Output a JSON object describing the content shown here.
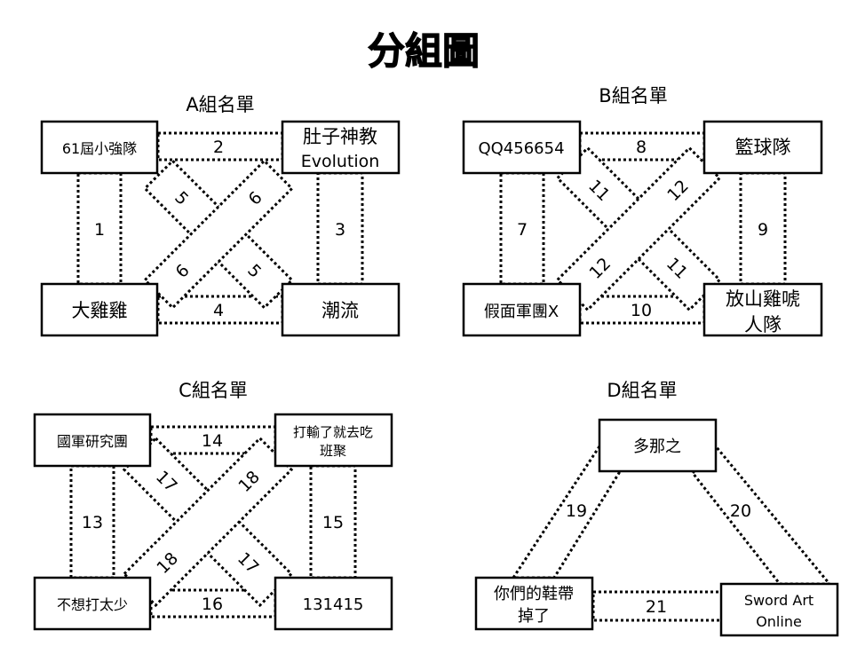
{
  "title": "分組圖",
  "groups": {
    "A": {
      "title": "A組名單",
      "teams": [
        "61屆小強隊",
        "肚子神教",
        "Evolution",
        "大雞雞",
        "潮流"
      ],
      "matches": [
        "1",
        "2",
        "3",
        "4",
        "5",
        "5",
        "6",
        "6"
      ]
    },
    "B": {
      "title": "B組名單",
      "teams": [
        "QQ456654",
        "籃球隊",
        "假面軍團X",
        "放山雞唬",
        "人隊"
      ],
      "matches": [
        "7",
        "8",
        "9",
        "10",
        "11",
        "11",
        "12",
        "12"
      ]
    },
    "C": {
      "title": "C組名單",
      "teams": [
        "國軍研究團",
        "打輸了就去吃",
        "班聚",
        "不想打太少",
        "131415"
      ],
      "matches": [
        "13",
        "14",
        "15",
        "16",
        "17",
        "17",
        "18",
        "18"
      ]
    },
    "D": {
      "title": "D組名單",
      "teams": [
        "多那之",
        "你們的鞋帶",
        "掉了",
        "Sword Art",
        "Online"
      ],
      "matches": [
        "19",
        "20",
        "21"
      ]
    }
  }
}
